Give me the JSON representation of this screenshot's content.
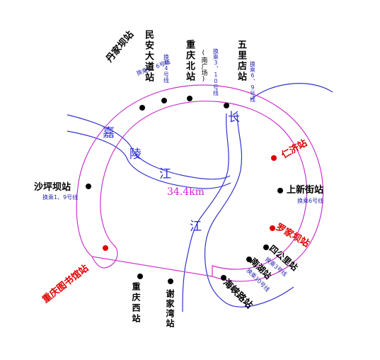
{
  "map": {
    "distance_label": "34.4km",
    "rivers": {
      "jialing_1": "嘉",
      "jialing_2": "陵",
      "jialing_3": "江",
      "yangtze_1": "长",
      "yangtze_2": "江"
    },
    "stations": {
      "danjiaba": {
        "name": "丹家坝站",
        "transfer": "换乘5、6号线",
        "color": "#000000"
      },
      "minan": {
        "name": "民安大道站",
        "transfer": "换乘4号线",
        "color": "#000000"
      },
      "chongqing_north": {
        "name": "重庆北站",
        "sub": "(南广场)",
        "transfer": "换乘3、10号线",
        "color": "#000000"
      },
      "wulidian": {
        "name": "五里店站",
        "transfer": "换乘6、9号线",
        "color": "#000000"
      },
      "renji": {
        "name": "仁济站",
        "color": "#e00000"
      },
      "shangxinjie": {
        "name": "上新街站",
        "transfer": "换乘6号线",
        "color": "#000000"
      },
      "luojiaba": {
        "name": "罗家坝站",
        "color": "#e00000"
      },
      "sigongli": {
        "name": "四公里站",
        "transfer": "换乘3号线",
        "color": "#000000"
      },
      "nanhu": {
        "name": "南湖站",
        "transfer": "换乘10号线",
        "color": "#000000"
      },
      "haixialu": {
        "name": "海峡路站",
        "color": "#000000"
      },
      "xiejiawan": {
        "name": "谢家湾站",
        "color": "#000000"
      },
      "chongqing_west": {
        "name": "重庆西站",
        "color": "#000000"
      },
      "library": {
        "name": "重庆图书馆站",
        "color": "#e00000"
      },
      "shapingba": {
        "name": "沙坪坝站",
        "transfer": "换乘1、9号线",
        "color": "#000000"
      }
    },
    "colors": {
      "loop_line": "#cc33cc",
      "river": "#3333cc",
      "new_station": "#e00000"
    }
  }
}
